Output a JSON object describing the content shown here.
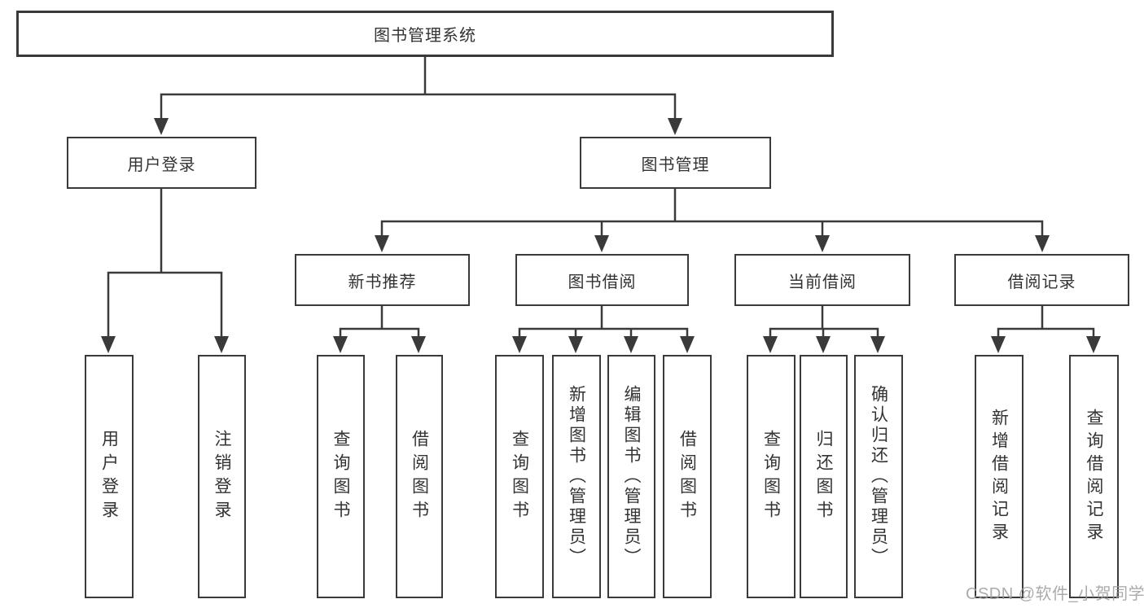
{
  "diagram": {
    "root": "图书管理系统",
    "branches": [
      {
        "label": "用户登录",
        "children": [
          "用户登录",
          "注销登录"
        ]
      },
      {
        "label": "图书管理",
        "groups": [
          {
            "label": "新书推荐",
            "children": [
              "查询图书",
              "借阅图书"
            ]
          },
          {
            "label": "图书借阅",
            "children": [
              "查询图书",
              "新增图书（管理员）",
              "编辑图书（管理员）",
              "借阅图书"
            ]
          },
          {
            "label": "当前借阅",
            "children": [
              "查询图书",
              "归还图书",
              "确认归还（管理员）"
            ]
          },
          {
            "label": "借阅记录",
            "children": [
              "新增借阅记录",
              "查询借阅记录"
            ]
          }
        ]
      }
    ],
    "line_color": "#3a3a3a",
    "watermark": "CSDN @软件_小贺同学"
  }
}
